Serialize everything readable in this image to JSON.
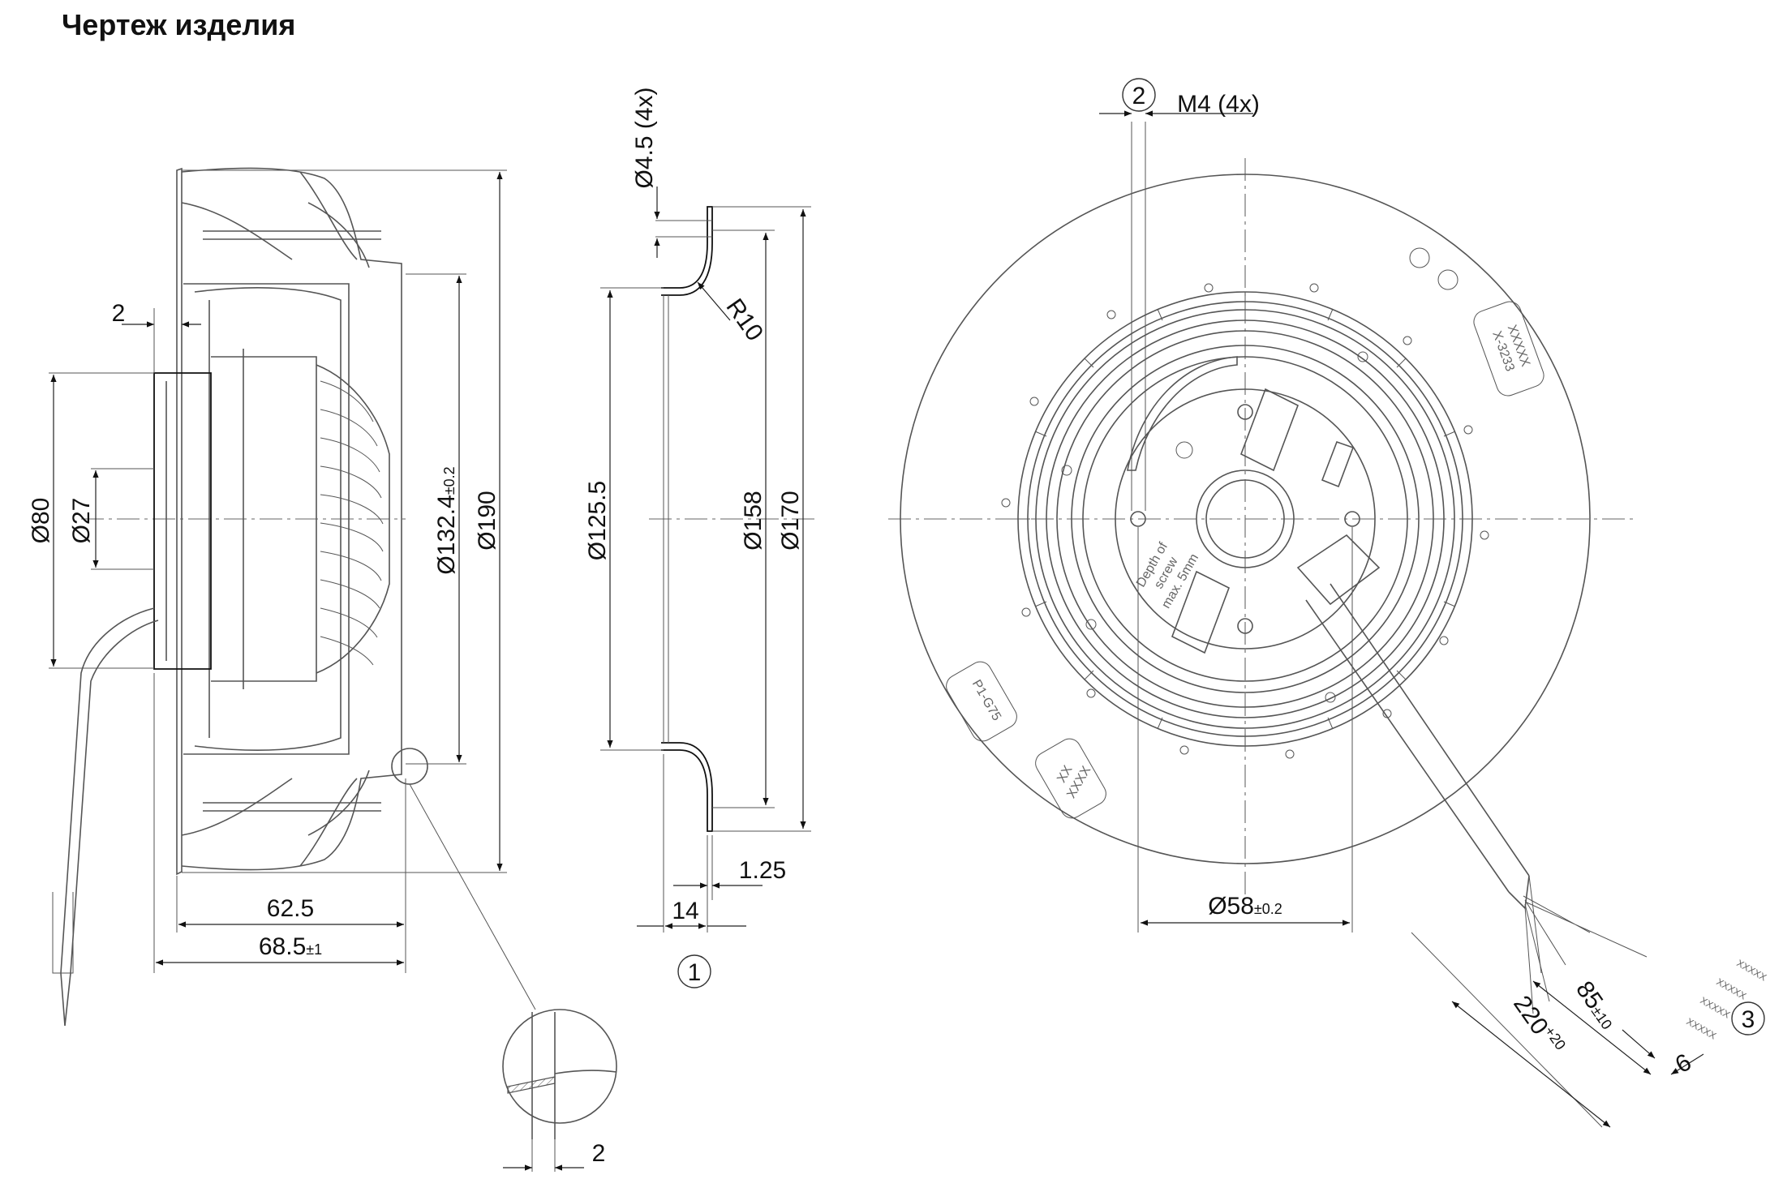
{
  "title": "Чертеж изделия",
  "side_view": {
    "d_hub": "Ø80",
    "d_shaft": "Ø27",
    "d_wheel_main": "Ø132.4",
    "d_wheel_tol": "±0.2",
    "d_outer": "Ø190",
    "gap_2": "2",
    "len_1": "62.5",
    "len_2_main": "68.5",
    "len_2_tol": "±1"
  },
  "inlet_ring": {
    "holes": "Ø4.5 (4x)",
    "radius": "R10",
    "d_inner": "Ø125.5",
    "d_mid": "Ø158",
    "d_outer": "Ø170",
    "thickness": "1.25",
    "depth": "14",
    "callout": "1"
  },
  "detail": {
    "gap": "2"
  },
  "front_view": {
    "callout_2": "2",
    "thread": "M4 (4x)",
    "d_bolt_main": "Ø58",
    "d_bolt_tol": "±0.2",
    "depth_note": [
      "Depth of",
      "screw",
      "max. 5mm"
    ],
    "label_tag": [
      "XXXXX",
      "X-3233"
    ],
    "label_p": "P1-G75",
    "label_xx": [
      "XX",
      "XXXX"
    ],
    "cable_len_main": "220",
    "cable_len_tol": "+20",
    "strip_len_main": "85",
    "strip_len_tol": "±10",
    "strip_end": "6",
    "callout_3": "3",
    "wire_marks": [
      "XXXXX",
      "XXXXX",
      "XXXXX",
      "XXXXX"
    ]
  }
}
